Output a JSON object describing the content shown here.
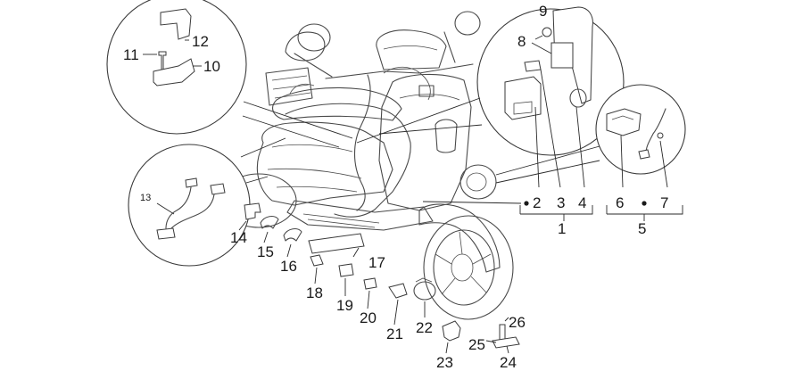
{
  "callouts": {
    "c1": "1",
    "c2": "2",
    "c3": "3",
    "c4": "4",
    "c5": "5",
    "c6": "6",
    "c7": "7",
    "c8": "8",
    "c9": "9",
    "c10": "10",
    "c11": "11",
    "c12": "12",
    "c13": "13",
    "c14": "14",
    "c15": "15",
    "c16": "16",
    "c17": "17",
    "c18": "18",
    "c19": "19",
    "c20": "20",
    "c21": "21",
    "c22": "22",
    "c23": "23",
    "c24": "24",
    "c25": "25",
    "c26": "26"
  },
  "colors": {
    "line": "#4a4a4a",
    "text": "#1a1a1a",
    "background": "#ffffff"
  }
}
